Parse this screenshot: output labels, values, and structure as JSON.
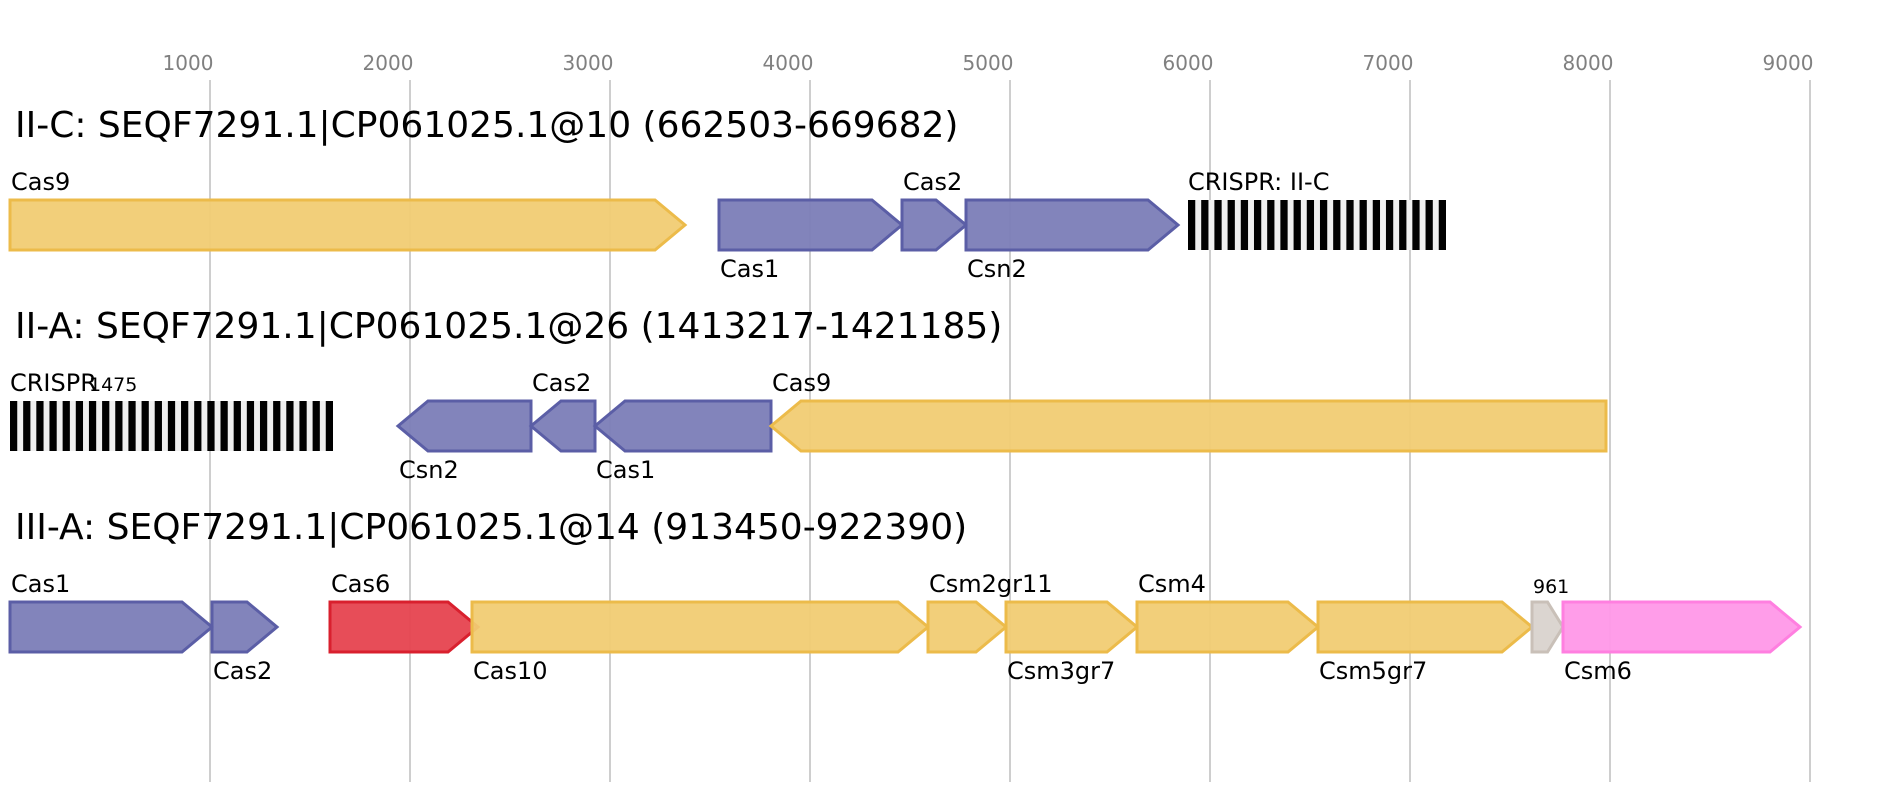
{
  "chart_data": {
    "type": "gene-cluster-diagram",
    "title": "",
    "xlabel": "",
    "ylabel": "",
    "x_axis": {
      "unit": "bp",
      "range": [
        0,
        9100
      ],
      "ticks": [
        1000,
        2000,
        3000,
        4000,
        5000,
        6000,
        7000,
        8000,
        9000
      ],
      "tick_labels": [
        "1000",
        "2000",
        "3000",
        "4000",
        "5000",
        "6000",
        "7000",
        "8000",
        "9000"
      ],
      "grid": true
    },
    "colors": {
      "core_adaptation": "#7b7db7",
      "core_adaptation_stroke": "#5b5ea6",
      "effector": "#f1cc73",
      "effector_stroke": "#ecbb4a",
      "cas6": "#e6434f",
      "cas6_stroke": "#d9202e",
      "accessory": "#ff98e8",
      "accessory_stroke": "#ff7fe0",
      "unknown": "#d9d3cd",
      "unknown_stroke": "#c9c0b8",
      "crispr_dark": "#000000",
      "crispr_light": "#efefef"
    },
    "clusters": [
      {
        "title": "II-C: SEQF7291.1|CP061025.1@10 (662503-669682)",
        "features": [
          {
            "type": "gene",
            "name": "Cas9",
            "start": 0,
            "end": 3375,
            "strand": "+",
            "color": "effector",
            "label_pos": "above"
          },
          {
            "type": "gene",
            "name": "Cas1",
            "start": 3545,
            "end": 4460,
            "strand": "+",
            "color": "core_adaptation",
            "label_pos": "below"
          },
          {
            "type": "gene",
            "name": "Cas2",
            "start": 4460,
            "end": 4780,
            "strand": "+",
            "color": "core_adaptation",
            "label_pos": "above"
          },
          {
            "type": "gene",
            "name": "Csn2",
            "start": 4780,
            "end": 5840,
            "strand": "+",
            "color": "core_adaptation",
            "label_pos": "below"
          },
          {
            "type": "crispr",
            "name": "CRISPR: II-C",
            "start": 5890,
            "end": 7180,
            "repeats": 20,
            "label_pos": "above"
          }
        ]
      },
      {
        "title": "II-A: SEQF7291.1|CP061025.1@26 (1413217-1421185)",
        "features": [
          {
            "type": "crispr",
            "name": "CRISPR",
            "start": 0,
            "end": 1615,
            "repeats": 25,
            "label_pos": "above"
          },
          {
            "type": "label",
            "name": "1475",
            "pos": 330
          },
          {
            "type": "gene",
            "name": "Csn2",
            "start": 1940,
            "end": 2605,
            "strand": "-",
            "color": "core_adaptation",
            "label_pos": "below"
          },
          {
            "type": "gene",
            "name": "Cas2",
            "start": 2605,
            "end": 2925,
            "strand": "-",
            "color": "core_adaptation",
            "label_pos": "above"
          },
          {
            "type": "gene",
            "name": "Cas1",
            "start": 2925,
            "end": 3805,
            "strand": "-",
            "color": "core_adaptation",
            "label_pos": "below"
          },
          {
            "type": "gene",
            "name": "Cas9",
            "start": 3805,
            "end": 7980,
            "strand": "-",
            "color": "effector",
            "label_pos": "above"
          }
        ]
      },
      {
        "title": "III-A: SEQF7291.1|CP061025.1@14 (913450-922390)",
        "features": [
          {
            "type": "gene",
            "name": "Cas1",
            "start": 0,
            "end": 1010,
            "strand": "+",
            "color": "core_adaptation",
            "label_pos": "above"
          },
          {
            "type": "gene",
            "name": "Cas2",
            "start": 1010,
            "end": 1335,
            "strand": "+",
            "color": "core_adaptation",
            "label_pos": "below"
          },
          {
            "type": "gene",
            "name": "Cas6",
            "start": 1600,
            "end": 2340,
            "strand": "+",
            "color": "cas6",
            "label_pos": "above"
          },
          {
            "type": "gene",
            "name": "Cas10",
            "start": 2310,
            "end": 4590,
            "strand": "+",
            "color": "effector",
            "label_pos": "below"
          },
          {
            "type": "gene",
            "name": "Csm2gr11",
            "start": 4590,
            "end": 4980,
            "strand": "+",
            "color": "effector",
            "label_pos": "above"
          },
          {
            "type": "gene",
            "name": "Csm3gr7",
            "start": 4980,
            "end": 5635,
            "strand": "+",
            "color": "effector",
            "label_pos": "below"
          },
          {
            "type": "gene",
            "name": "Csm4",
            "start": 5635,
            "end": 6540,
            "strand": "+",
            "color": "effector",
            "label_pos": "above"
          },
          {
            "type": "gene",
            "name": "Csm5gr7",
            "start": 6540,
            "end": 7610,
            "strand": "+",
            "color": "effector",
            "label_pos": "below"
          },
          {
            "type": "gene",
            "name": "961",
            "start": 7610,
            "end": 7765,
            "strand": "+",
            "color": "unknown",
            "label_pos": "above",
            "small": true
          },
          {
            "type": "gene",
            "name": "Csm6",
            "start": 7765,
            "end": 8950,
            "strand": "+",
            "color": "accessory",
            "label_pos": "below"
          }
        ]
      }
    ]
  }
}
